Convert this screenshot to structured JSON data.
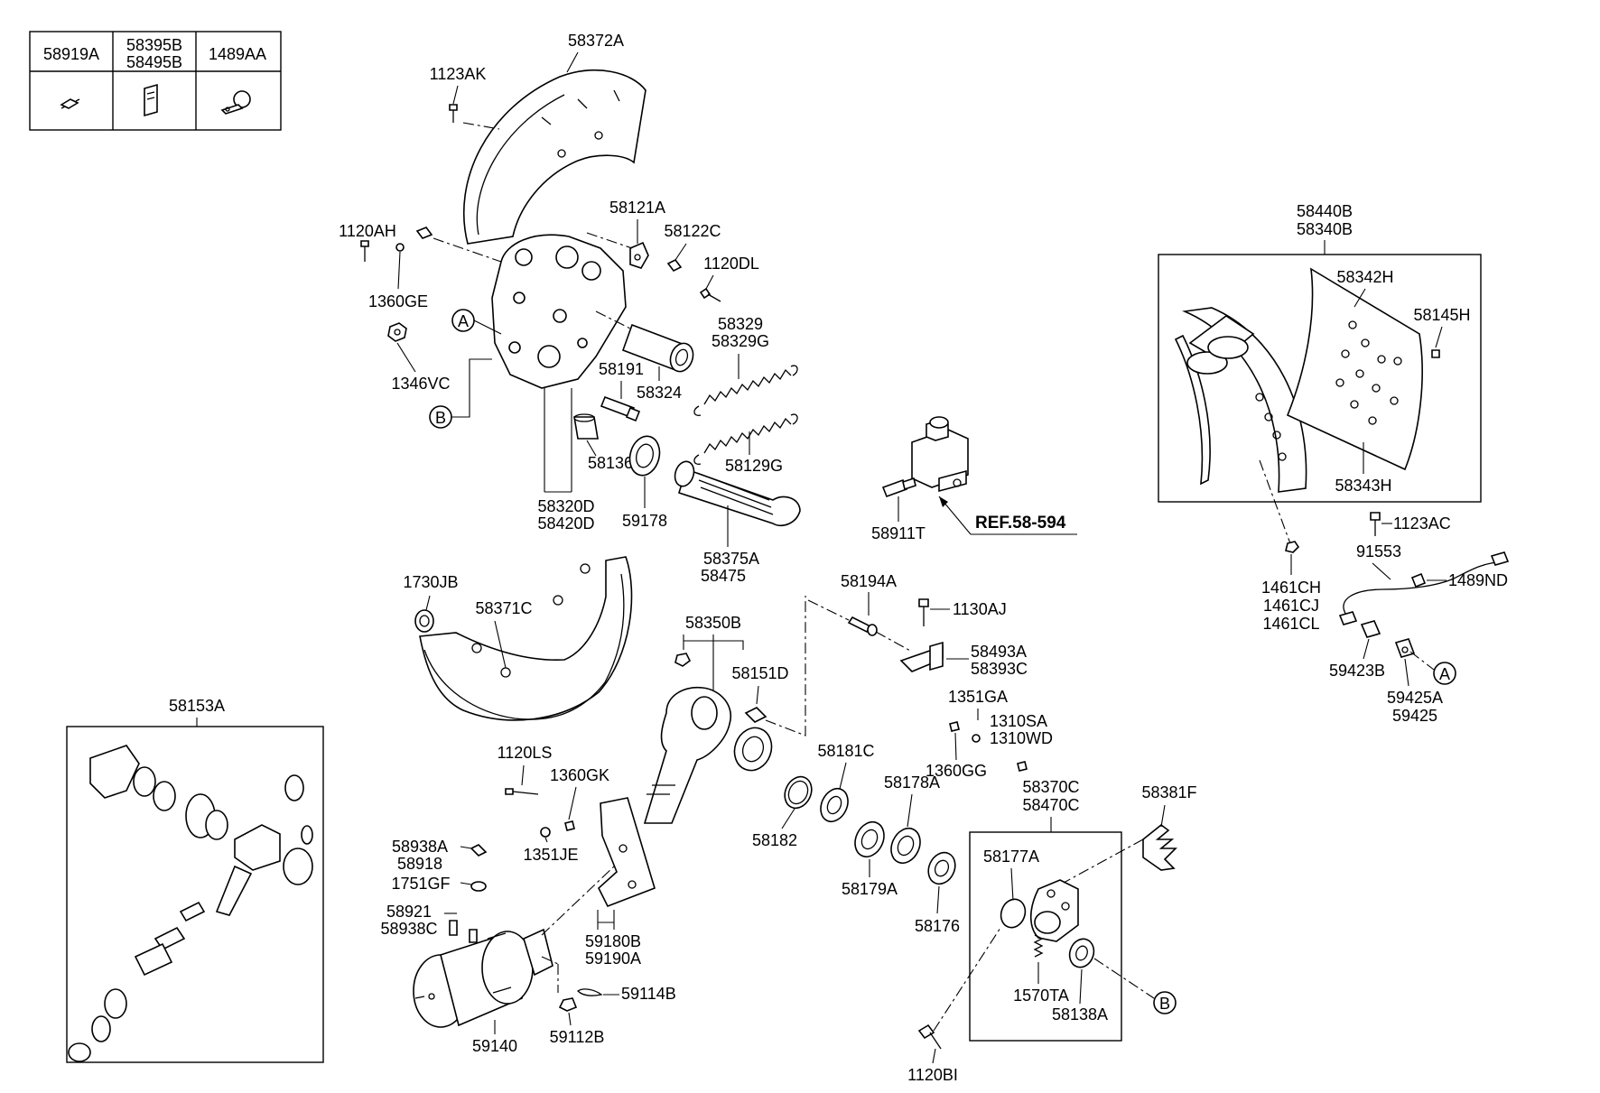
{
  "legend_table": {
    "headers": [
      "58919A",
      "58395B",
      "58495B",
      "1489AA"
    ]
  },
  "parts": {
    "p58372A": "58372A",
    "p1123AK": "1123AK",
    "p58121A": "58121A",
    "p58122C": "58122C",
    "p1120DL": "1120DL",
    "p1120AH": "1120AH",
    "p1360GE": "1360GE",
    "p1346VC": "1346VC",
    "p58329": "58329",
    "p58329G": "58329G",
    "p58191": "58191",
    "p58324": "58324",
    "p58136A": "58136A",
    "p58129G": "58129G",
    "p58320D": "58320D",
    "p58420D": "58420D",
    "p59178": "59178",
    "p58375A": "58375A",
    "p58475": "58475",
    "p58911T": "58911T",
    "ref": "REF.58-594",
    "p58440B": "58440B",
    "p58340B": "58340B",
    "p58342H": "58342H",
    "p58145H": "58145H",
    "p58343H": "58343H",
    "p1123AC": "1123AC",
    "p91553": "91553",
    "p1489ND": "1489ND",
    "p1461CH": "1461CH",
    "p1461CJ": "1461CJ",
    "p1461CL": "1461CL",
    "p59423B": "59423B",
    "p59425A": "59425A",
    "p59425": "59425",
    "p1730JB": "1730JB",
    "p58371C": "58371C",
    "p58350B": "58350B",
    "p58151D": "58151D",
    "p58194A": "58194A",
    "p1130AJ": "1130AJ",
    "p58493A": "58493A",
    "p58393C": "58393C",
    "p1351GA": "1351GA",
    "p1310SA": "1310SA",
    "p1310WD": "1310WD",
    "p1360GG": "1360GG",
    "p58181C": "58181C",
    "p58178A": "58178A",
    "p58182": "58182",
    "p58179A": "58179A",
    "p58176": "58176",
    "p58370C": "58370C",
    "p58470C": "58470C",
    "p58381F": "58381F",
    "p58177A": "58177A",
    "p1570TA": "1570TA",
    "p58138A": "58138A",
    "p1120BI": "1120BI",
    "p58153A": "58153A",
    "p1120LS": "1120LS",
    "p1360GK": "1360GK",
    "p1351JE": "1351JE",
    "p58938A": "58938A",
    "p58918": "58918",
    "p1751GF": "1751GF",
    "p58921": "58921",
    "p58938C": "58938C",
    "p59180B": "59180B",
    "p59190A": "59190A",
    "p59114B": "59114B",
    "p59140": "59140",
    "p59112B": "59112B"
  },
  "markers": {
    "a": "A",
    "b": "B"
  }
}
